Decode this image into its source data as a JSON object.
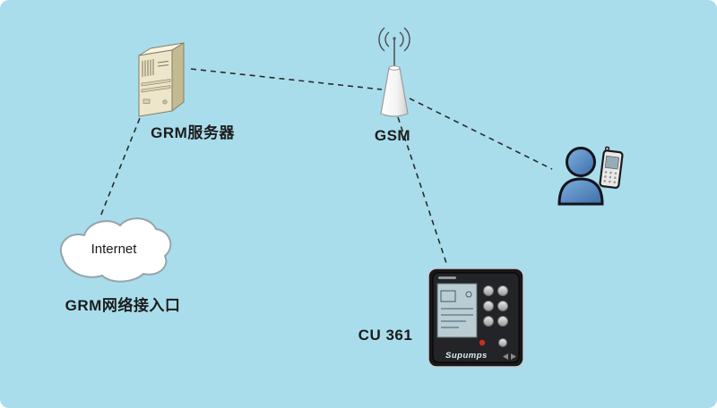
{
  "canvas": {
    "background_color": "#a9ddec",
    "dashed_line_color": "#2b2b2b"
  },
  "nodes": {
    "server": {
      "label": "GRM服务器"
    },
    "gsm": {
      "label": "GSM"
    },
    "internet": {
      "cloud_text": "Internet",
      "label": "GRM网络接入口"
    },
    "controller": {
      "label": "CU 361",
      "brand": "Supumps"
    }
  },
  "connections": [
    {
      "from": "server",
      "to": "gsm",
      "style": "dashed"
    },
    {
      "from": "server",
      "to": "internet",
      "style": "dashed"
    },
    {
      "from": "gsm",
      "to": "mobile-user",
      "style": "dashed"
    },
    {
      "from": "gsm",
      "to": "controller",
      "style": "dashed"
    }
  ],
  "colors": {
    "person_blue": "#4c80bd",
    "server_beige": "#ede6ca",
    "cloud_white": "#ffffff",
    "device_black": "#1a1a1c",
    "device_screen": "#b9cdd2"
  }
}
